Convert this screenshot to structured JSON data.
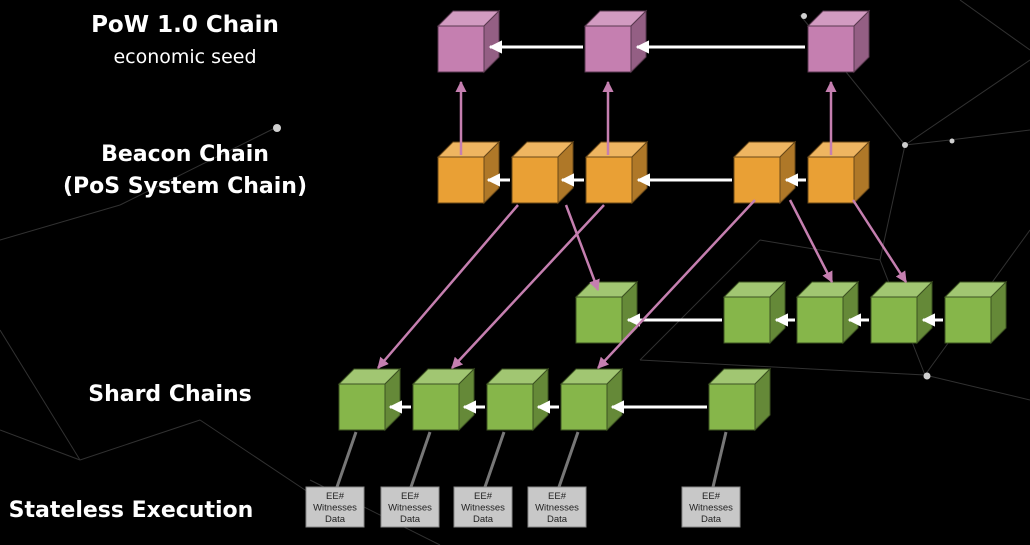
{
  "labels": {
    "pow_title": "PoW 1.0 Chain",
    "pow_subtitle": "economic seed",
    "beacon_line1": "Beacon Chain",
    "beacon_line2": "(PoS System Chain)",
    "shard": "Shard Chains",
    "stateless": "Stateless Execution"
  },
  "ee_box": {
    "line1": "EE#",
    "line2": "Witnesses",
    "line3": "Data",
    "count": 5
  },
  "colors": {
    "background": "#000000",
    "pow_block": "#c57fb0",
    "beacon_block": "#e9a035",
    "shard_block": "#86b64a",
    "chain_arrow": "#ffffff",
    "link_arrow": "#c57fb0",
    "ee_box": "#c8c8c8"
  }
}
